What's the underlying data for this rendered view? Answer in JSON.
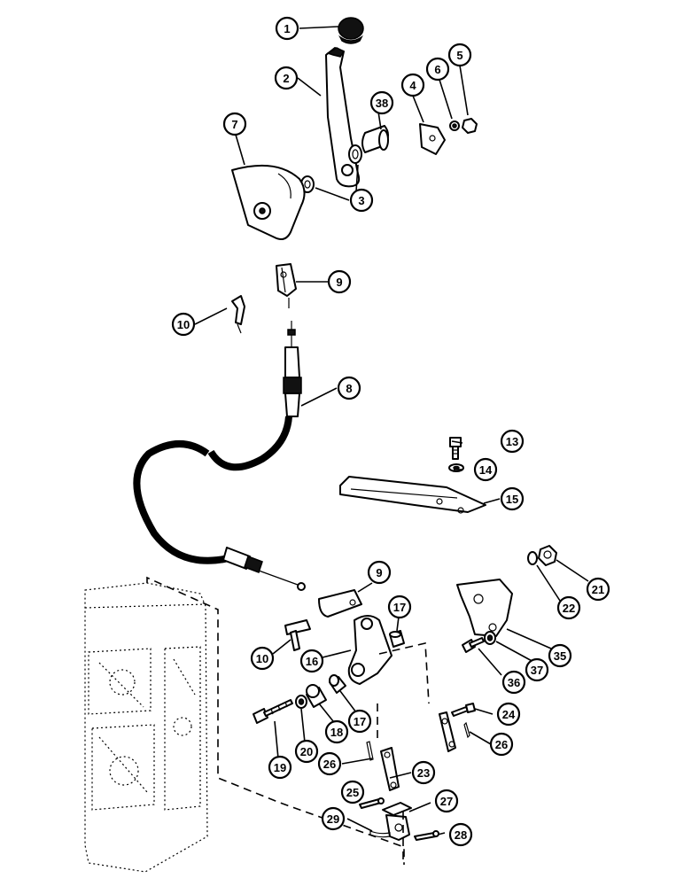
{
  "callouts": [
    {
      "label": "1"
    },
    {
      "label": "2"
    },
    {
      "label": "38"
    },
    {
      "label": "4"
    },
    {
      "label": "6"
    },
    {
      "label": "5"
    },
    {
      "label": "7"
    },
    {
      "label": "3"
    },
    {
      "label": "9"
    },
    {
      "label": "10"
    },
    {
      "label": "8"
    },
    {
      "label": "13"
    },
    {
      "label": "14"
    },
    {
      "label": "15"
    },
    {
      "label": "9"
    },
    {
      "label": "21"
    },
    {
      "label": "22"
    },
    {
      "label": "17"
    },
    {
      "label": "10"
    },
    {
      "label": "16"
    },
    {
      "label": "35"
    },
    {
      "label": "37"
    },
    {
      "label": "36"
    },
    {
      "label": "17"
    },
    {
      "label": "18"
    },
    {
      "label": "20"
    },
    {
      "label": "19"
    },
    {
      "label": "24"
    },
    {
      "label": "26"
    },
    {
      "label": "26"
    },
    {
      "label": "23"
    },
    {
      "label": "25"
    },
    {
      "label": "27"
    },
    {
      "label": "29"
    },
    {
      "label": "28"
    }
  ],
  "colors": {
    "ink": "#000000",
    "paper": "#ffffff"
  }
}
